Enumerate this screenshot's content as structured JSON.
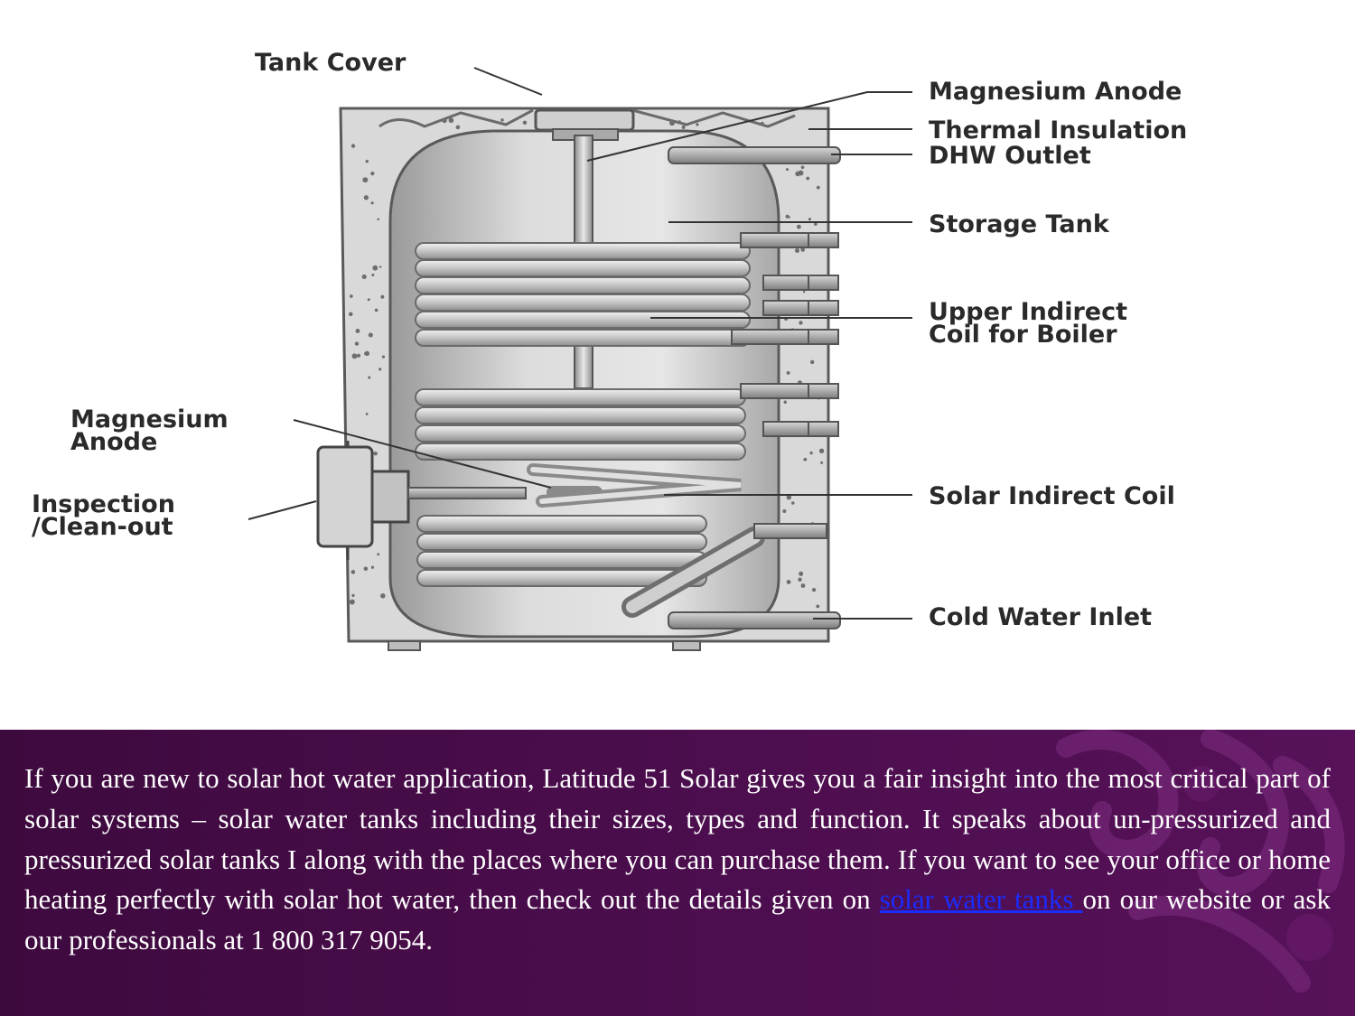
{
  "diagram": {
    "labels": {
      "tank_cover": "Tank Cover",
      "magnesium_anode_top": "Magnesium Anode",
      "thermal_insulation": "Thermal Insulation",
      "dhw_outlet": "DHW Outlet",
      "storage_tank": "Storage Tank",
      "upper_coil_line1": "Upper Indirect",
      "upper_coil_line2": "Coil for Boiler",
      "magnesium_anode_left_line1": "Magnesium",
      "magnesium_anode_left_line2": "Anode",
      "inspection_line1": "Inspection",
      "inspection_line2": "/Clean-out",
      "solar_coil": "Solar Indirect Coil",
      "cold_water_inlet": "Cold Water Inlet"
    }
  },
  "caption": {
    "text_before_link": "If  you are new to solar hot water application, Latitude 51 Solar gives you a fair insight into the most critical part of  solar systems – solar water tanks including their sizes, types and function. It speaks about un-pressurized and pressurized solar tanks I along with the places where you can purchase them. If  you want to see your office or home heating perfectly with solar hot water, then check out the details given on ",
    "link_text": "solar water tanks ",
    "text_after_link": "on our website or ask our professionals at 1 800 317 9054."
  },
  "colors": {
    "caption_background": "#4a0d4c",
    "caption_text": "#ffffff",
    "link": "#1a2cff",
    "label_text": "#2a2a2a"
  }
}
